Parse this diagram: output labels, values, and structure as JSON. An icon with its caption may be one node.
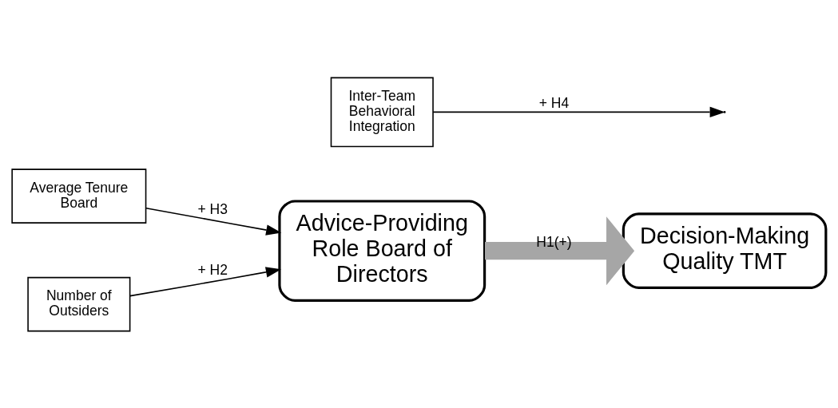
{
  "diagram": {
    "nodes": [
      {
        "text": [
          "Average Tenure Board"
        ]
      },
      {
        "text": [
          "Advice-Providing Role Board of Directors"
        ]
      },
      {
        "text": [
          "Decision-Making Quality TMT"
        ]
      },
      {
        "text": [
          "Number of Outsiders"
        ]
      },
      {
        "text": [
          "Inter-Team Behavioral Integration"
        ]
      }
    ],
    "edges": [
      {
        "from": 0,
        "to": 1,
        "arrow": "to",
        "label": "+ H3"
      },
      {
        "from": 1,
        "to": 2,
        "arrow": "to",
        "label": "H1(+)",
        "style": "thick",
        "color": "#a6a6a6"
      },
      {
        "from": 3,
        "to": 1,
        "arrow": "to",
        "label": "+ H2"
      },
      {
        "from": 4,
        "to": null,
        "arrow": "to",
        "label": "+ H4"
      }
    ]
  }
}
